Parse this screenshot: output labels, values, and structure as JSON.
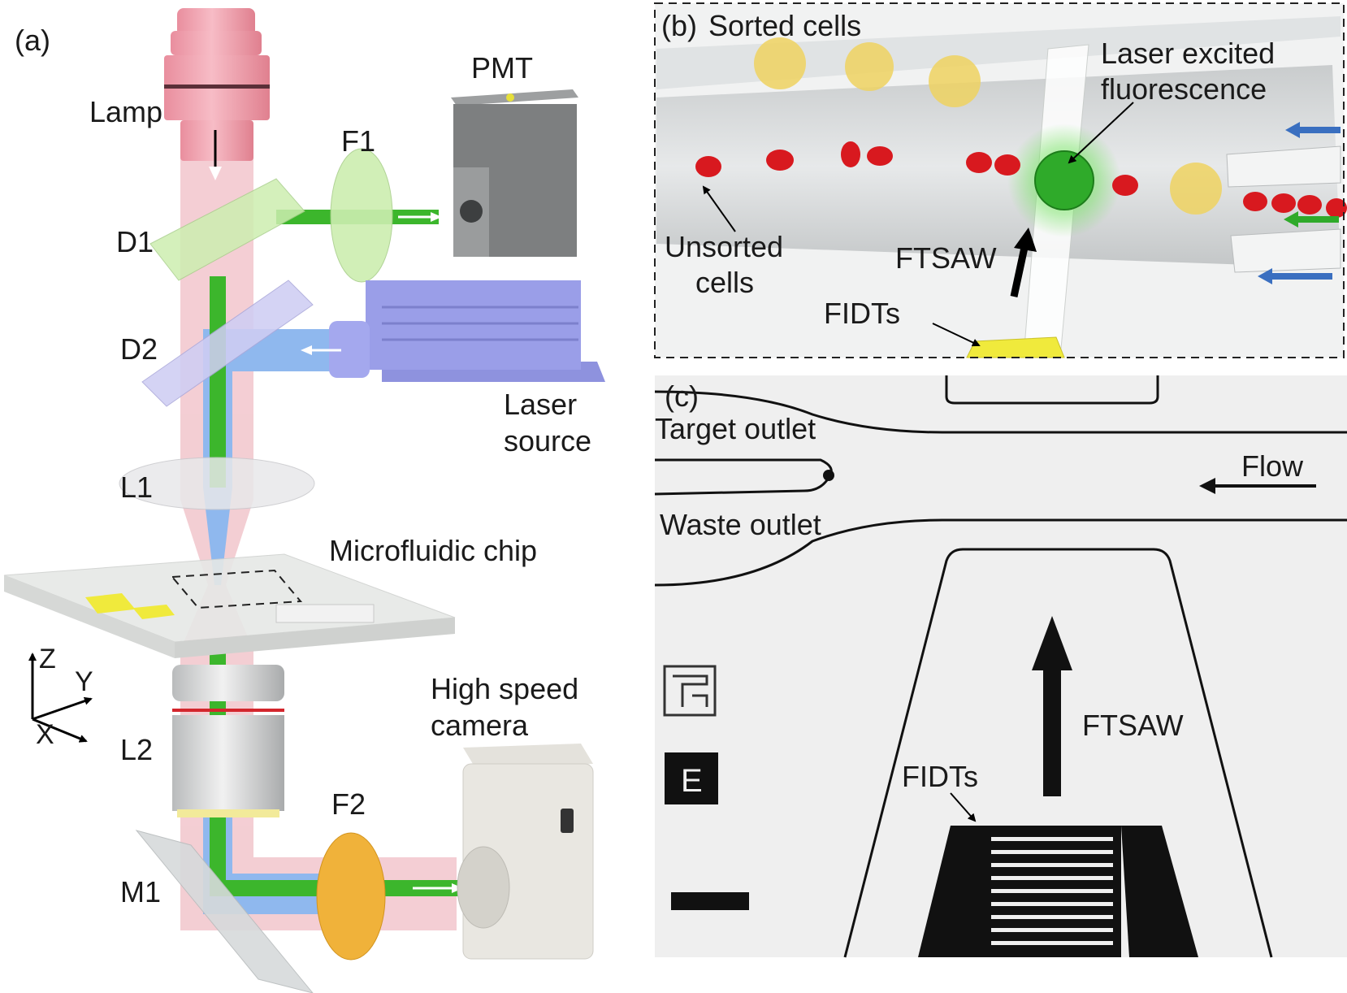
{
  "panel_a": {
    "tag": "(a)",
    "labels": {
      "lamp": "Lamp",
      "pmt": "PMT",
      "f1": "F1",
      "d1": "D1",
      "d2": "D2",
      "laser_line1": "Laser",
      "laser_line2": "source",
      "l1": "L1",
      "chip": "Microfluidic chip",
      "axis_z": "Z",
      "axis_y": "Y",
      "axis_x": "X",
      "l2": "L2",
      "camera_line1": "High speed",
      "camera_line2": "camera",
      "f2": "F2",
      "m1": "M1"
    },
    "colors": {
      "lamp": "#f4a6b4",
      "illumination": "#f2c6cc",
      "fluorescence": "#3cb62c",
      "laser": "#8fb8ee",
      "d1": "#cdeeb0",
      "d2": "#cfcdf3",
      "pmt": "#7d7f80",
      "laser_body": "#9a9ee8",
      "f2": "#f0b23a",
      "pads": "#f0ea3c"
    }
  },
  "panel_b": {
    "tag": "(b)",
    "sorted": "Sorted cells",
    "excited_line1": "Laser excited",
    "excited_line2": "fluorescence",
    "unsorted_line1": "Unsorted",
    "unsorted_line2": "cells",
    "ftsaw": "FTSAW",
    "fidts": "FIDTs",
    "colors": {
      "rbc": "#d8191f",
      "target_cell": "#2faa2a",
      "sorted_cell": "#eed260",
      "flow_arrow": "#3a6fc0"
    }
  },
  "panel_c": {
    "tag": "(c)",
    "target_outlet": "Target outlet",
    "waste_outlet": "Waste outlet",
    "flow": "Flow",
    "ftsaw": "FTSAW",
    "fidts": "FIDTs",
    "marker_letter": "E"
  }
}
